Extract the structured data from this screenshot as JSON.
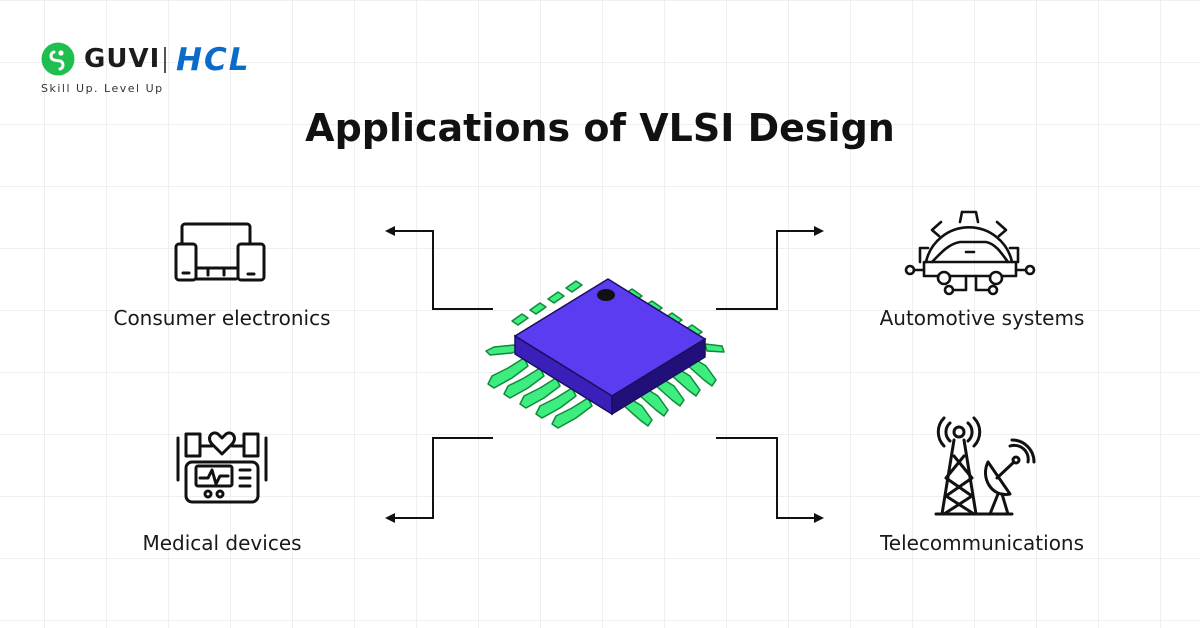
{
  "brand": {
    "name": "GUVI",
    "partner": "HCL",
    "tagline": "Skill Up. Level Up"
  },
  "title": "Applications of VLSI Design",
  "applications": [
    {
      "label": "Consumer electronics",
      "icon": "devices-icon",
      "position": "top-left"
    },
    {
      "label": "Automotive systems",
      "icon": "gear-car-icon",
      "position": "top-right"
    },
    {
      "label": "Medical devices",
      "icon": "medical-monitor-icon",
      "position": "bottom-left"
    },
    {
      "label": "Telecommunications",
      "icon": "antenna-tower-icon",
      "position": "bottom-right"
    }
  ],
  "colors": {
    "chip": "#5b3cf0",
    "chip_side": "#2c1590",
    "pins": "#3ded7f",
    "logo": "#1fbf4f",
    "partner": "#0a6bc9"
  }
}
